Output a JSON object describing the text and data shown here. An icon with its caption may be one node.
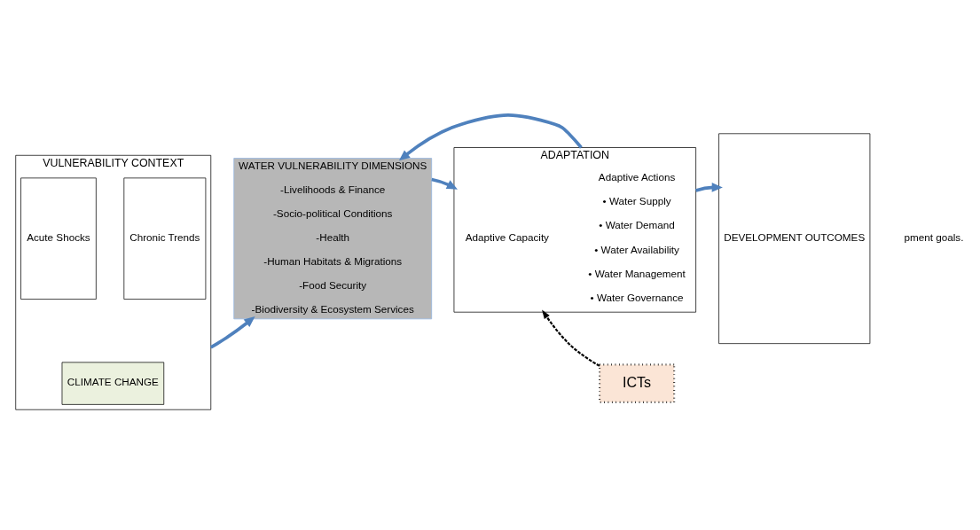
{
  "diagram": {
    "nodes": [
      {
        "text": [
          "VULNERABILITY CONTEXT"
        ]
      },
      {
        "text": [
          "Acute Shocks"
        ],
        "in": 0
      },
      {
        "text": [
          "Chronic Trends"
        ],
        "in": 0
      },
      {
        "text": [
          "CLIMATE CHANGE"
        ],
        "in": 0
      },
      {
        "text": [
          "WATER VULNERABILITY DIMENSIONS",
          "-Livelihoods & Finance",
          "-Socio-political Conditions",
          "-Health",
          "-Human Habitats & Migrations",
          "-Food Security",
          "-Biodiversity & Ecosystem Services"
        ]
      },
      {
        "text": [
          "ADAPTATION"
        ]
      },
      {
        "text": [
          "Adaptive Capacity"
        ],
        "in": 5
      },
      {
        "text": [
          "Adaptive Actions",
          "• Water Supply",
          "• Water Demand",
          "• Water Availability",
          "• Water Management",
          "• Water Governance"
        ],
        "in": 5
      },
      {
        "text": [
          "DEVELOPMENT OUTCOMES"
        ]
      },
      {
        "text": [
          "ICTs"
        ]
      }
    ],
    "edges": [
      {
        "from": 0,
        "to": 4,
        "arrow": "to"
      },
      {
        "from": 4,
        "to": 5,
        "arrow": "to"
      },
      {
        "from": 5,
        "to": 4,
        "arrow": "to"
      },
      {
        "from": 5,
        "to": 8,
        "arrow": "to"
      },
      {
        "from": 9,
        "to": 5,
        "arrow": "to",
        "style": "dashed",
        "color": "#000000"
      }
    ],
    "labels": [
      "pment goals."
    ]
  }
}
